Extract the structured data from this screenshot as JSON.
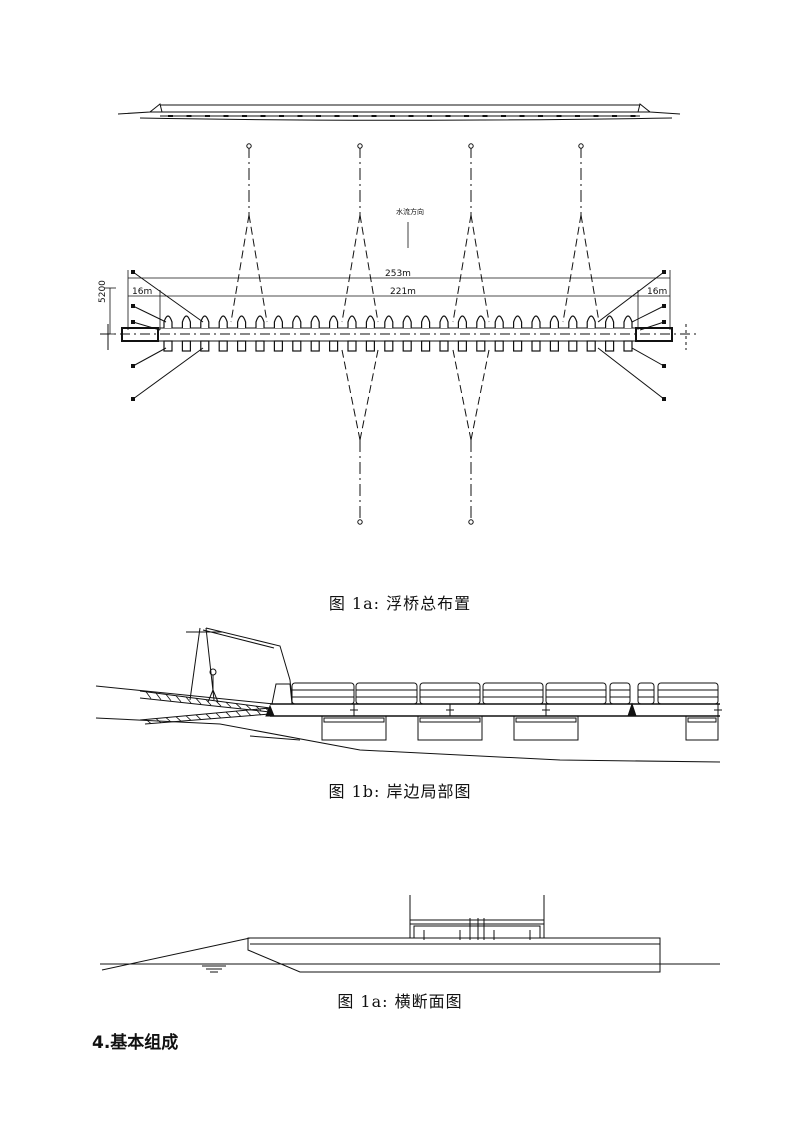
{
  "figure_1a": {
    "caption": "图 1a: 浮桥总布置",
    "label_flow_direction": "水流方向",
    "dim_total": "253m",
    "dim_inner": "221m",
    "dim_left_end": "16m",
    "dim_right_end": "16m",
    "dim_vertical": "5200"
  },
  "figure_1b": {
    "caption": "图 1b: 岸边局部图"
  },
  "figure_1c": {
    "caption": "图 1a: 横断面图"
  },
  "section": {
    "heading": "4.基本组成"
  }
}
